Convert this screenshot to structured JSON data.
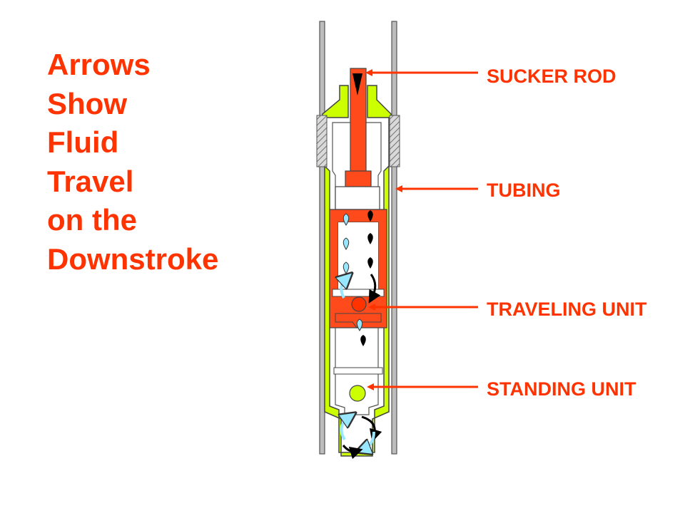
{
  "title": {
    "lines": [
      "Arrows",
      "Show",
      "Fluid",
      "Travel",
      "on the",
      "Downstroke"
    ]
  },
  "labels": {
    "sucker_rod": "SUCKER ROD",
    "tubing": "TUBING",
    "traveling_unit": "TRAVELING UNIT",
    "standing_unit": "STANDING UNIT"
  },
  "colors": {
    "accent": "#ff3300",
    "plunger_green": "#ccff00",
    "flow_blue": "#99e6ff",
    "flow_black": "#000000",
    "tubing_grey": "#808080"
  },
  "icons": {
    "up_flow": "light-blue-teardrop",
    "down_flow": "black-teardrop",
    "circulation": "curved-arrow-ring"
  }
}
